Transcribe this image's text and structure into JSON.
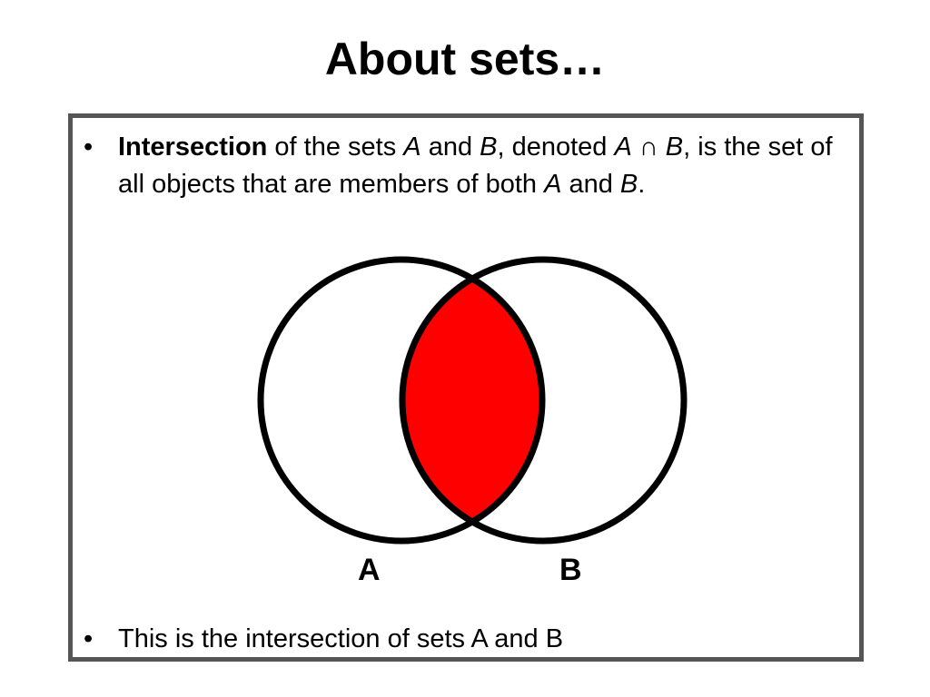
{
  "slide": {
    "title": "About sets…"
  },
  "bullets": [
    {
      "marker": "•",
      "segments": [
        {
          "text": "Intersection",
          "style": "bold"
        },
        {
          "text": " of the sets ",
          "style": "normal"
        },
        {
          "text": "A",
          "style": "italic"
        },
        {
          "text": " and ",
          "style": "normal"
        },
        {
          "text": "B",
          "style": "italic"
        },
        {
          "text": ", denoted ",
          "style": "normal"
        },
        {
          "text": "A",
          "style": "italic"
        },
        {
          "text": " ∩ ",
          "style": "normal"
        },
        {
          "text": "B",
          "style": "italic"
        },
        {
          "text": ", is the set of all objects that are members of both ",
          "style": "normal"
        },
        {
          "text": "A",
          "style": "italic"
        },
        {
          "text": " and ",
          "style": "normal"
        },
        {
          "text": "B",
          "style": "italic"
        },
        {
          "text": ".",
          "style": "normal"
        }
      ]
    },
    {
      "marker": "•",
      "segments": [
        {
          "text": "This is the intersection of sets A and B",
          "style": "normal"
        }
      ]
    }
  ],
  "diagram": {
    "labels": {
      "set_a": "A",
      "set_b": "B"
    },
    "highlight_color": "#ff0000",
    "outline_color": "#000000",
    "box_border_color": "#555555"
  }
}
